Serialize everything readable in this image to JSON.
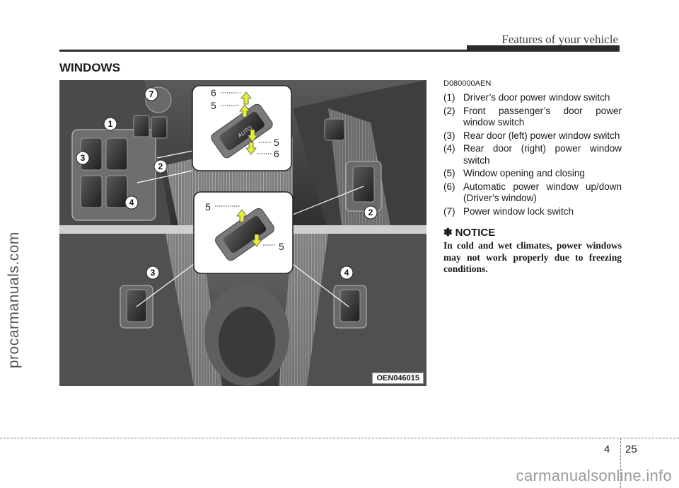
{
  "header": {
    "title": "Features of your vehicle"
  },
  "section": {
    "title": "WINDOWS"
  },
  "watermark": {
    "side": "procarmanuals.com",
    "bottom": "carmanualsonline.info"
  },
  "figure": {
    "code": "OEN046015",
    "callouts": [
      "1",
      "2",
      "3",
      "4",
      "7",
      "2",
      "3",
      "4"
    ],
    "inset_top": {
      "labels": [
        "6",
        "5",
        "5",
        "6"
      ],
      "switch_text": "AUTO"
    },
    "inset_bottom": {
      "labels": [
        "5",
        "5"
      ]
    }
  },
  "content": {
    "doc_code": "D080000AEN",
    "items": [
      {
        "num": "(1)",
        "text": "Driver’s door power window switch"
      },
      {
        "num": "(2)",
        "text": "Front passenger’s door power window switch"
      },
      {
        "num": "(3)",
        "text": "Rear door (left) power window switch"
      },
      {
        "num": "(4)",
        "text": "Rear door (right) power window switch"
      },
      {
        "num": "(5)",
        "text": "Window opening and closing"
      },
      {
        "num": "(6)",
        "text": "Automatic power window up/down (Driver’s window)"
      },
      {
        "num": "(7)",
        "text": "Power window lock switch"
      }
    ],
    "notice": {
      "symbol": "✽",
      "title": "NOTICE",
      "body": "In cold and wet climates, power windows may not work properly due to freezing conditions."
    }
  },
  "footer": {
    "section": "4",
    "page": "25"
  }
}
